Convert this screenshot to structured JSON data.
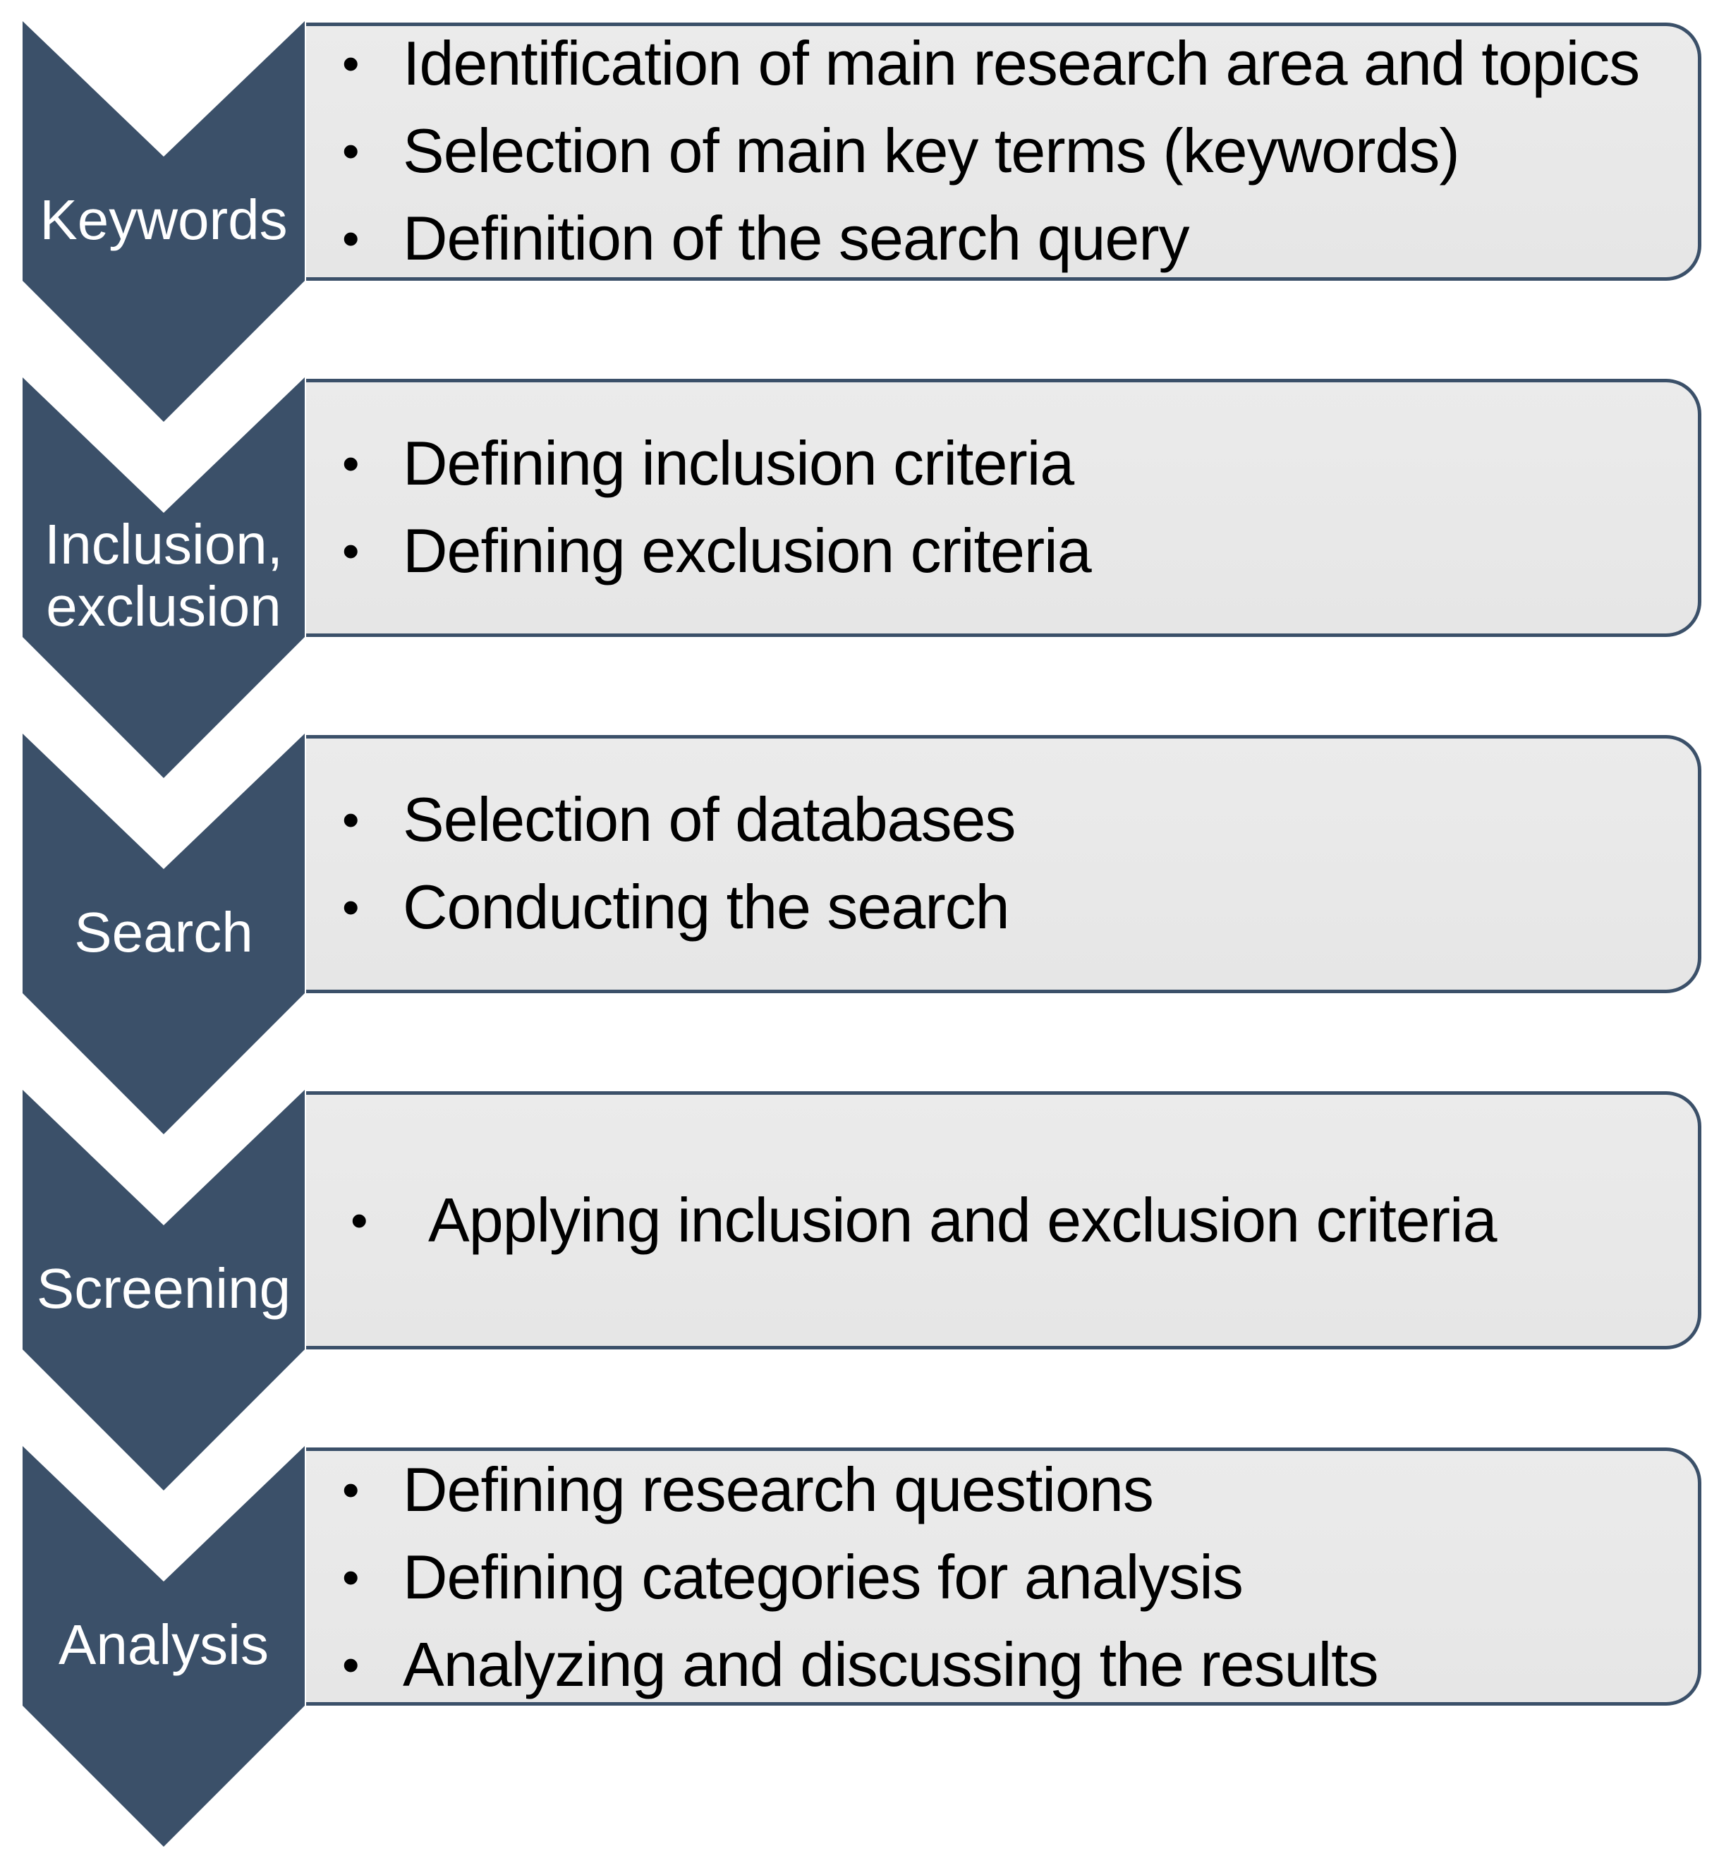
{
  "colors": {
    "chevron": "#3b5069",
    "box_fill": "#e8e8e8",
    "box_border": "#3b5069",
    "label_text": "#ffffff",
    "bullet_text": "#000000"
  },
  "bullet_glyph": "•",
  "steps": [
    {
      "label": "Keywords",
      "items": [
        "Identification of main research area and topics",
        "Selection of main key terms (keywords)",
        "Definition of the search query"
      ]
    },
    {
      "label": "Inclusion,\nexclusion",
      "items": [
        "Defining inclusion criteria",
        "Defining exclusion criteria"
      ]
    },
    {
      "label": "Search",
      "items": [
        "Selection of databases",
        "Conducting the search"
      ]
    },
    {
      "label": "Screening",
      "items": [
        "Applying inclusion and exclusion criteria"
      ]
    },
    {
      "label": "Analysis",
      "items": [
        "Defining research questions",
        "Defining categories for analysis",
        "Analyzing and discussing the results"
      ]
    }
  ]
}
